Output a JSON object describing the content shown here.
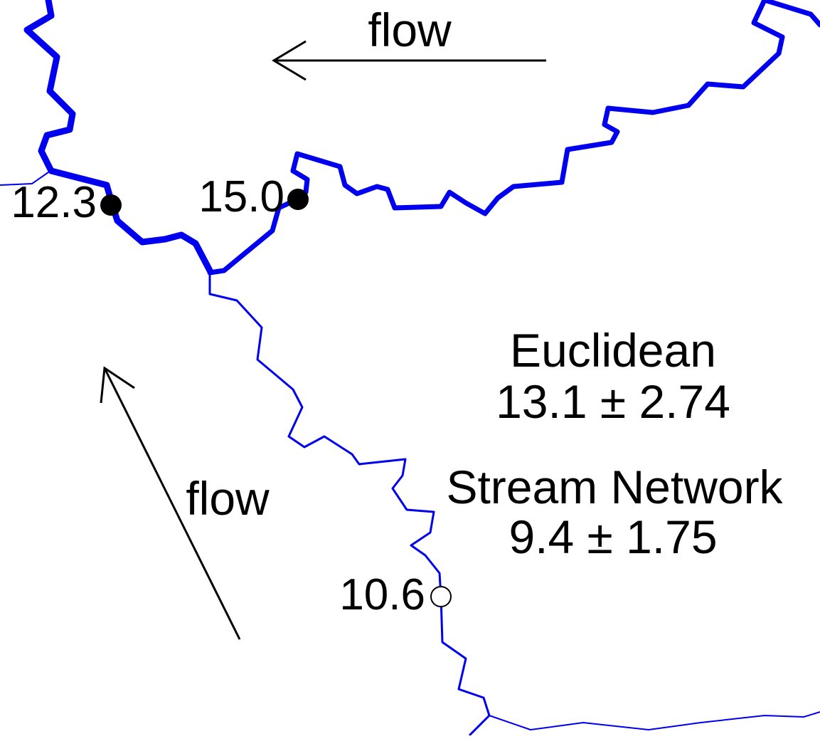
{
  "diagram": {
    "colors": {
      "stream": "#0000ee",
      "arrow": "#000000",
      "observed_site_fill": "#000000",
      "predicted_site_fill": "#ffffff"
    },
    "flow_arrows": [
      {
        "label": "flow"
      },
      {
        "label": "flow"
      }
    ],
    "sites": [
      {
        "value": "12.3",
        "marker": "filled"
      },
      {
        "value": "15.0",
        "marker": "filled"
      },
      {
        "value": "10.6",
        "marker": "open"
      }
    ],
    "predictions": {
      "euclidean": {
        "label": "Euclidean",
        "value": "13.1 ± 2.74"
      },
      "stream_network": {
        "label": "Stream Network",
        "value": "9.4 ± 1.75"
      }
    }
  }
}
